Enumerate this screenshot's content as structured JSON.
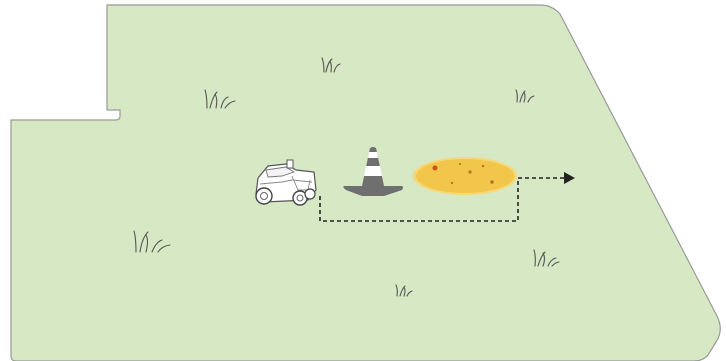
{
  "scene": {
    "description_items": [
      "lawn-area",
      "robot-mower",
      "traffic-cone",
      "sand-patch",
      "detour-path"
    ],
    "colors": {
      "lawn_fill": "#d6e8c4",
      "lawn_stroke": "#9a9a9a",
      "grass_tuft": "#555555",
      "cone_gray": "#6f6f6f",
      "cone_stripe": "#ffffff",
      "sand_fill": "#f2c54b",
      "sand_edge": "#f7d876",
      "sand_dots": "#b8731b",
      "path_stroke": "#222222",
      "mower_body": "#ffffff",
      "mower_outline": "#555555"
    },
    "icons": {
      "mower": "robot-mower-icon",
      "cone": "traffic-cone-icon",
      "grass": "grass-tuft-icon",
      "arrow": "arrow-right-icon"
    }
  }
}
